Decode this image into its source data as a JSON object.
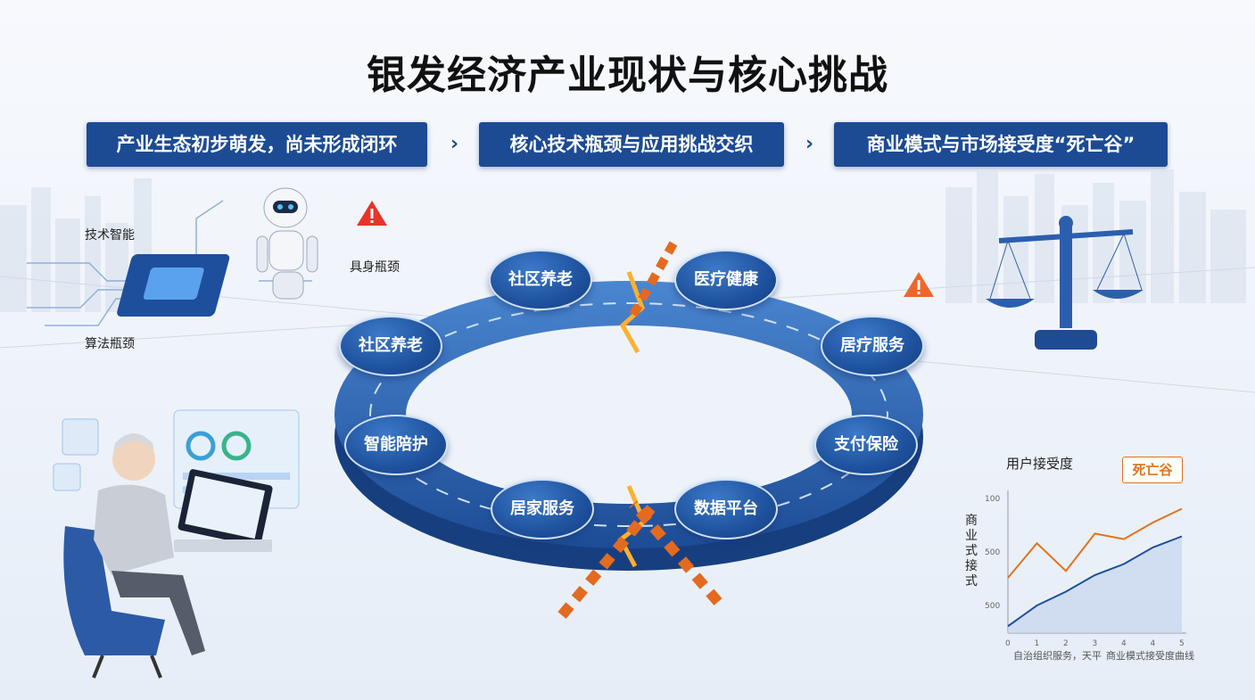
{
  "title": "银发经济产业现状与核心挑战",
  "banners": [
    "产业生态初步萌发，尚未形成闭环",
    "核心技术瓶颈与应用挑战交织",
    "商业模式与市场接受度“死亡谷”"
  ],
  "ring_nodes": [
    "社区养老",
    "医疗健康",
    "社区养老",
    "居疗服务",
    "智能陪护",
    "支付保险",
    "居家服务",
    "数据平台"
  ],
  "left_labels": {
    "tech": "技术智能",
    "body": "具身瓶颈",
    "algo": "算法瓶颈"
  },
  "colors": {
    "banner": "#1c4b94",
    "ring": "#2c62ac",
    "warning": "#e84d2a",
    "line_orange": "#e0731c",
    "line_blue": "#1f4fa0"
  },
  "chart": {
    "title": "用户接受度",
    "badge": "死亡谷",
    "ylabel": "商业式接式",
    "yticks": [
      "100",
      "500",
      "500"
    ],
    "xticks": [
      "0",
      "1",
      "2",
      "3",
      "4",
      "4",
      "5"
    ],
    "footer_left": "自治组织服务，天平",
    "footer_right": "商业模式接受度曲线"
  },
  "chart_data": {
    "type": "line",
    "x": [
      0,
      1,
      2,
      3,
      4,
      5,
      6
    ],
    "series": [
      {
        "values": [
          40,
          65,
          45,
          72,
          68,
          80,
          90
        ],
        "color": "#e0731c"
      },
      {
        "values": [
          5,
          20,
          30,
          42,
          50,
          62,
          70
        ],
        "color": "#1f4fa0"
      }
    ],
    "ylim": [
      0,
      100
    ]
  }
}
